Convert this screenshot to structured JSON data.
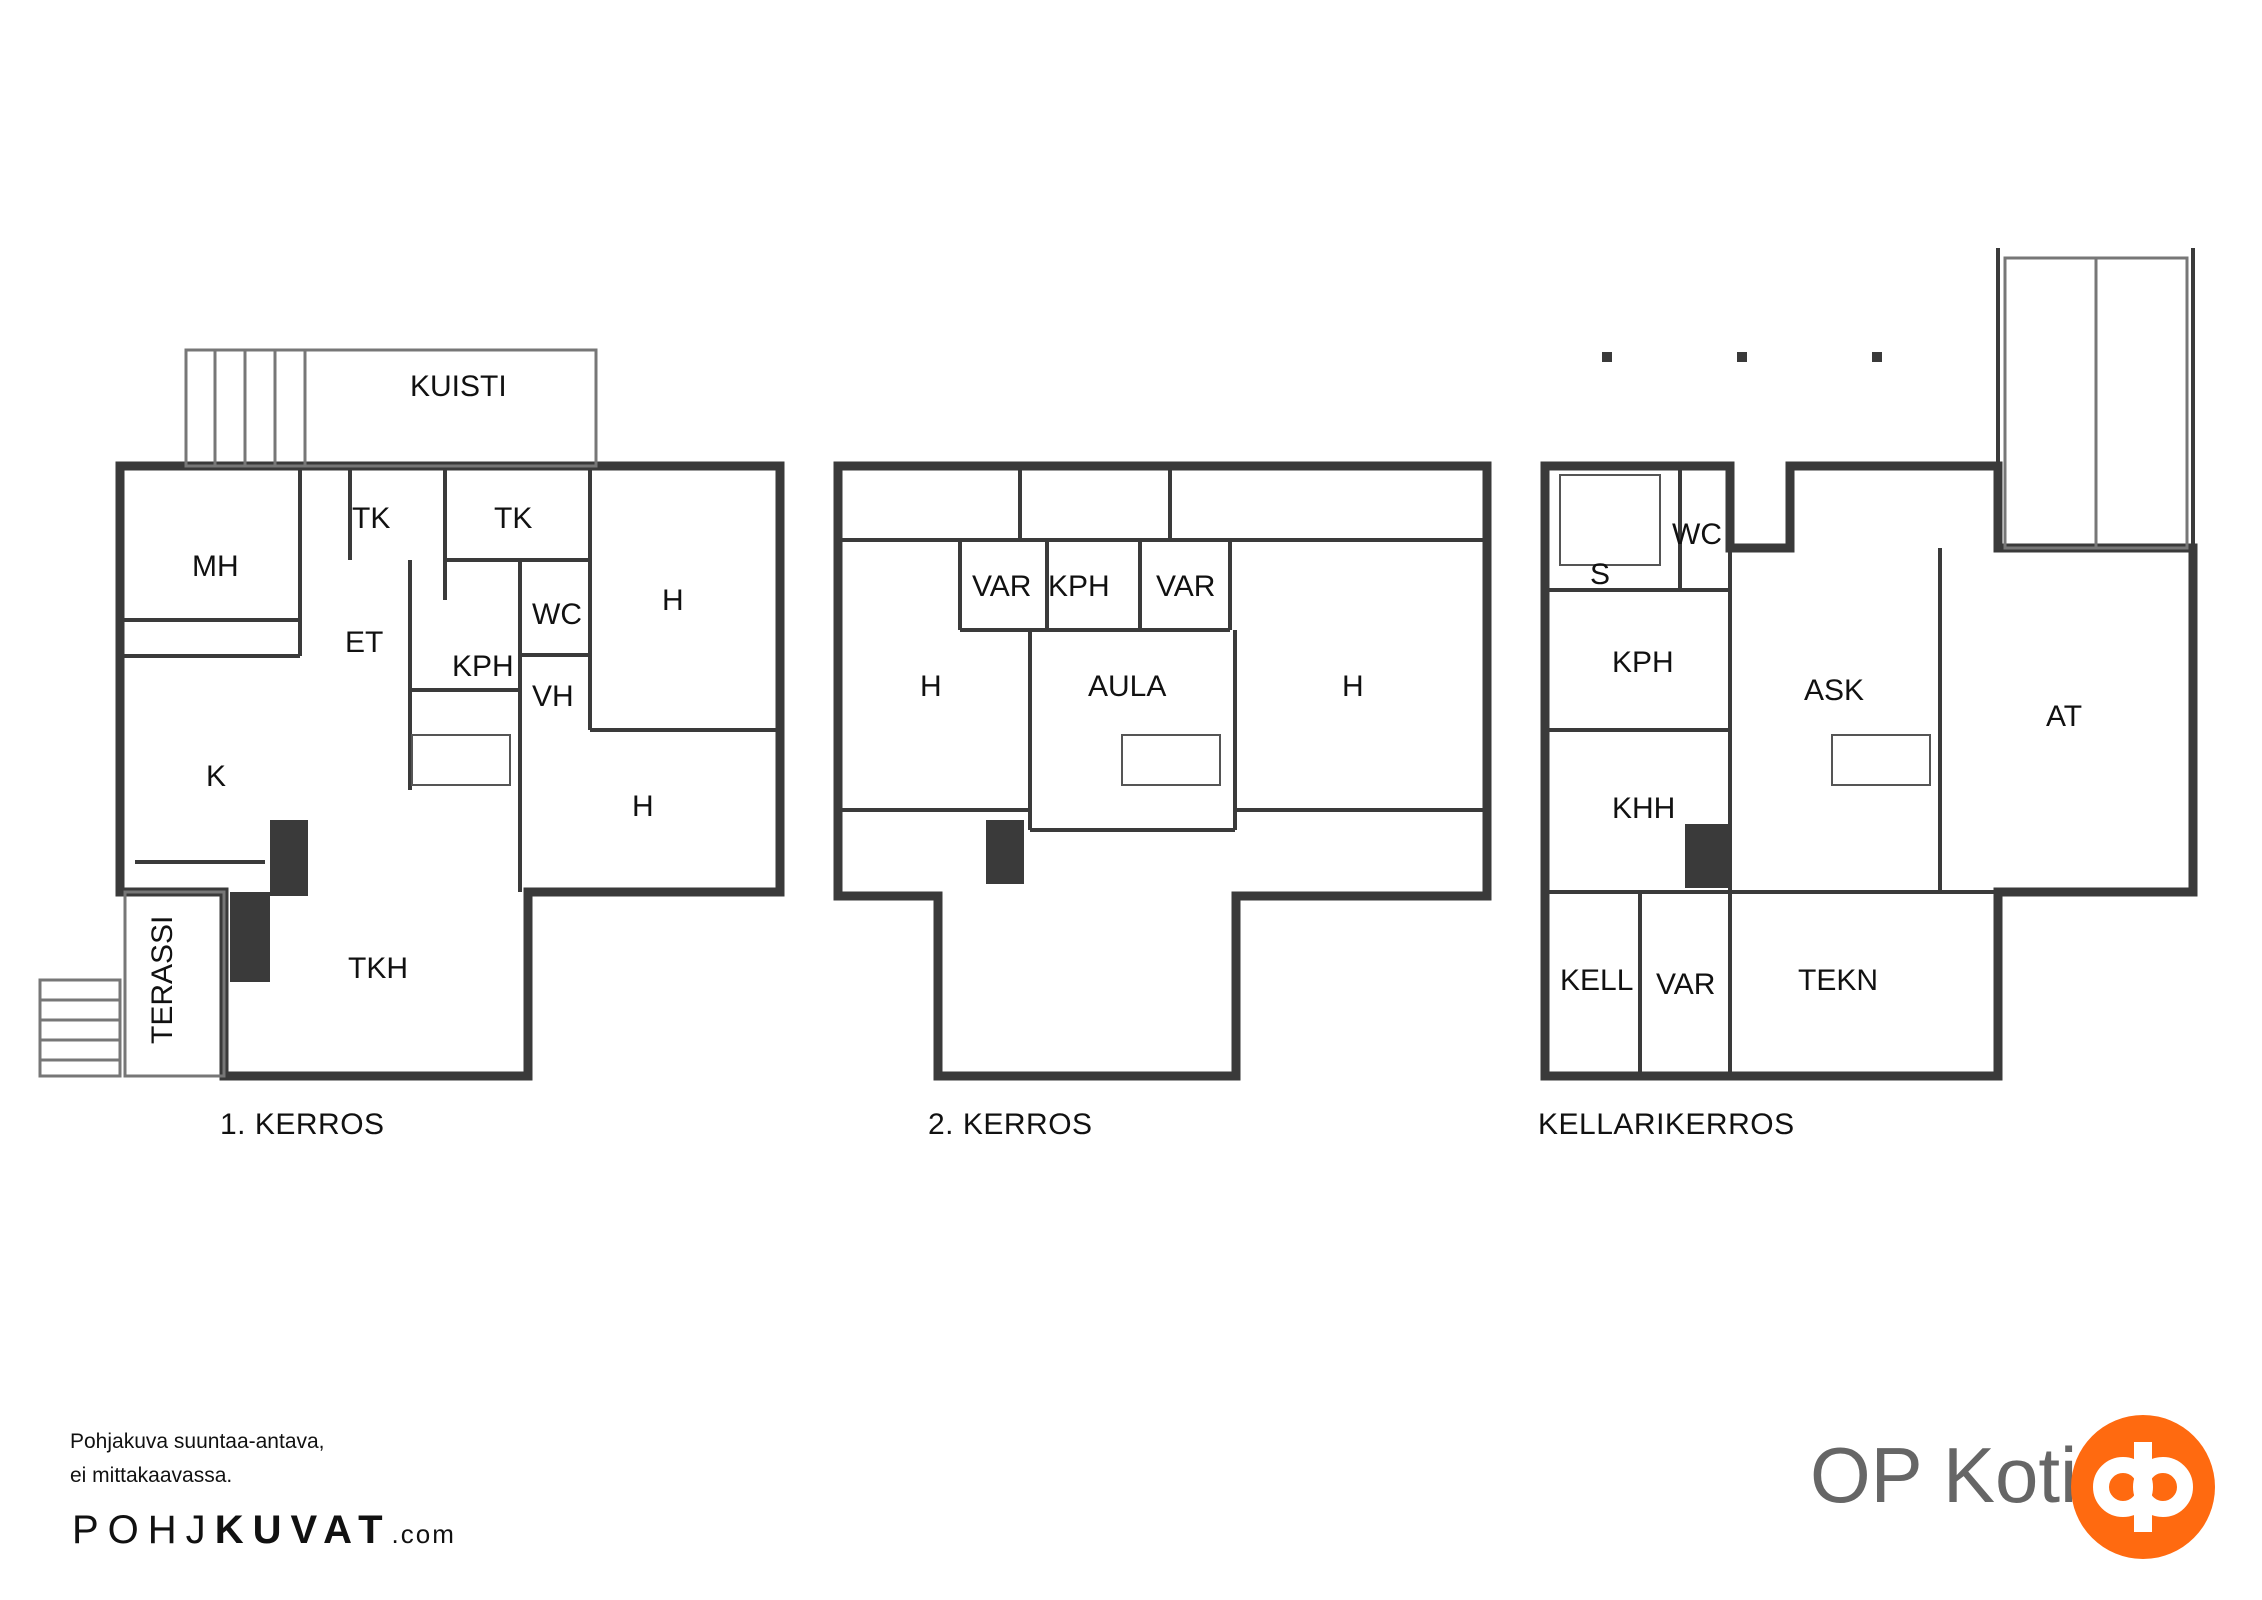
{
  "floors": [
    {
      "title": "1. KERROS",
      "rooms": [
        "KUISTI",
        "MH",
        "TK",
        "TK",
        "ET",
        "WC",
        "H",
        "KPH",
        "VH",
        "K",
        "H",
        "TKH",
        "TERASSI"
      ]
    },
    {
      "title": "2. KERROS",
      "rooms": [
        "VAR",
        "KPH",
        "VAR",
        "H",
        "AULA",
        "H"
      ]
    },
    {
      "title": "KELLARIKERROS",
      "rooms": [
        "WC",
        "S",
        "KPH",
        "ASK",
        "AT",
        "KHH",
        "KELL",
        "VAR",
        "TEKN"
      ]
    }
  ],
  "note": {
    "line1": "Pohjakuva suuntaa-antava,",
    "line2": "ei mittakaavassa."
  },
  "brand": {
    "left": "POHJ",
    "right": "KUVAT",
    "suffix": ".com"
  },
  "logo": {
    "text": "OP Koti",
    "color": "#ff6a10",
    "icon": "op-logo-icon"
  },
  "colors": {
    "wall": "#3a3a3a",
    "window": "#777777"
  }
}
